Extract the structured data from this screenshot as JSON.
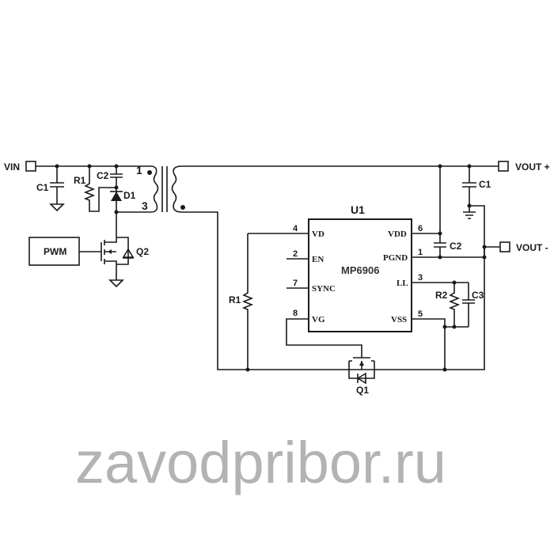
{
  "terminals": {
    "vin": "VIN",
    "vout_plus": "VOUT +",
    "vout_minus": "VOUT -"
  },
  "components": {
    "c1_left": "C1",
    "r1_left": "R1",
    "c2_left": "C2",
    "d1": "D1",
    "q2": "Q2",
    "pwm": "PWM",
    "c1_right": "C1",
    "c2_right": "C2",
    "r1_right": "R1",
    "r2": "R2",
    "c3": "C3",
    "q1": "Q1"
  },
  "transformer": {
    "pin_top": "1",
    "pin_bottom": "3"
  },
  "ic": {
    "ref": "U1",
    "part": "MP6906",
    "pins": {
      "vd": {
        "num": "4",
        "name": "VD"
      },
      "en": {
        "num": "2",
        "name": "EN"
      },
      "sync": {
        "num": "7",
        "name": "SYNC"
      },
      "vg": {
        "num": "8",
        "name": "VG"
      },
      "vdd": {
        "num": "6",
        "name": "VDD"
      },
      "pgnd": {
        "num": "1",
        "name": "PGND"
      },
      "ll": {
        "num": "3",
        "name": "LL"
      },
      "vss": {
        "num": "5",
        "name": "VSS"
      }
    }
  },
  "watermark": "zavodpribor.ru"
}
